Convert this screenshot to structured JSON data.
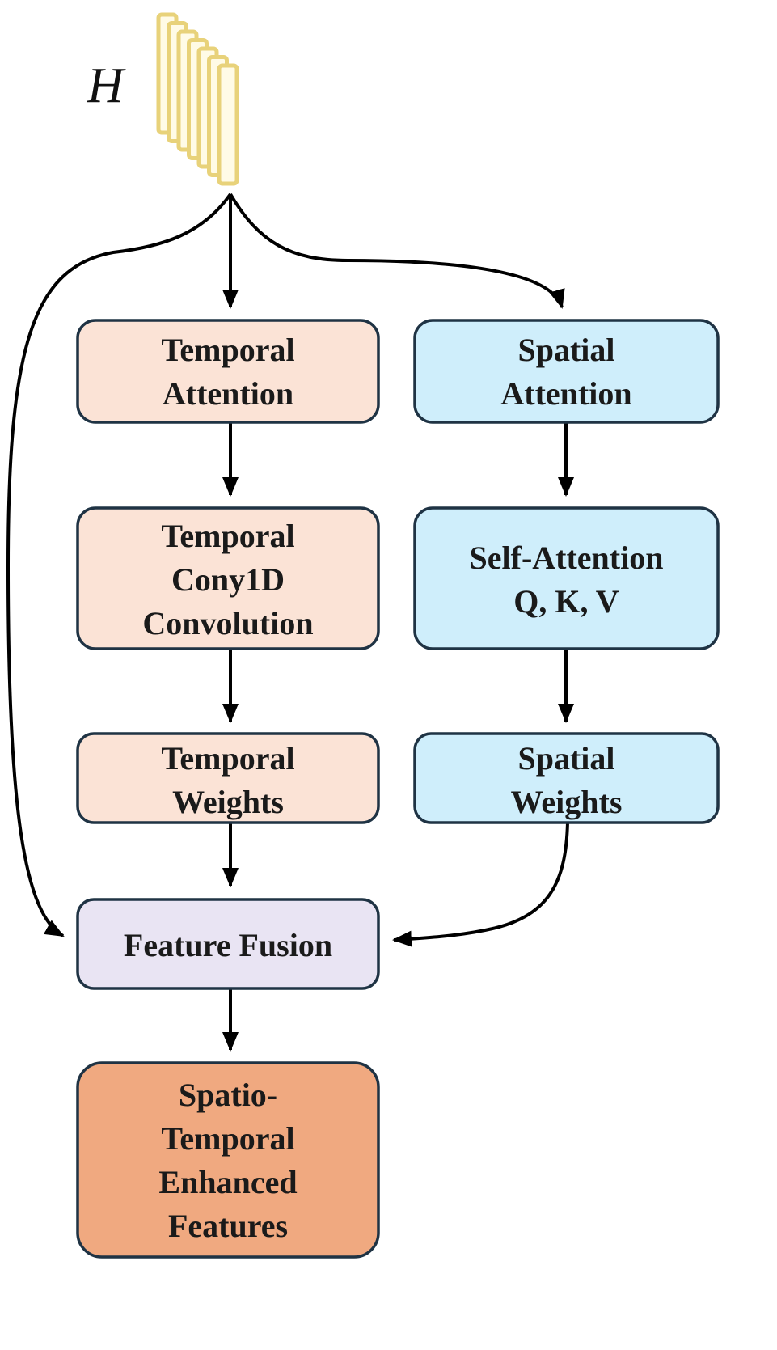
{
  "input": {
    "label": "H",
    "fill": "#fffbe6",
    "stroke": "#e8d27a"
  },
  "nodes": {
    "temporal_attention": {
      "lines": [
        "Temporal",
        "Attention"
      ],
      "fill": "#fbe3d6"
    },
    "temporal_conv": {
      "lines": [
        "Temporal",
        "Cony1D",
        "Convolution"
      ],
      "fill": "#fbe3d6"
    },
    "temporal_weights": {
      "lines": [
        "Temporal",
        "Weights"
      ],
      "fill": "#fbe3d6"
    },
    "spatial_attention": {
      "lines": [
        "Spatial",
        "Attention"
      ],
      "fill": "#cfeefb"
    },
    "self_attention": {
      "lines": [
        "Self-Attention",
        "Q, K, V"
      ],
      "fill": "#cfeefb"
    },
    "spatial_weights": {
      "lines": [
        "Spatial",
        "Weights"
      ],
      "fill": "#cfeefb"
    },
    "feature_fusion": {
      "lines": [
        "Feature Fusion"
      ],
      "fill": "#e9e4f3"
    },
    "output": {
      "lines": [
        "Spatio-",
        "Temporal",
        "Enhanced",
        "Features"
      ],
      "fill": "#f0a980"
    }
  }
}
